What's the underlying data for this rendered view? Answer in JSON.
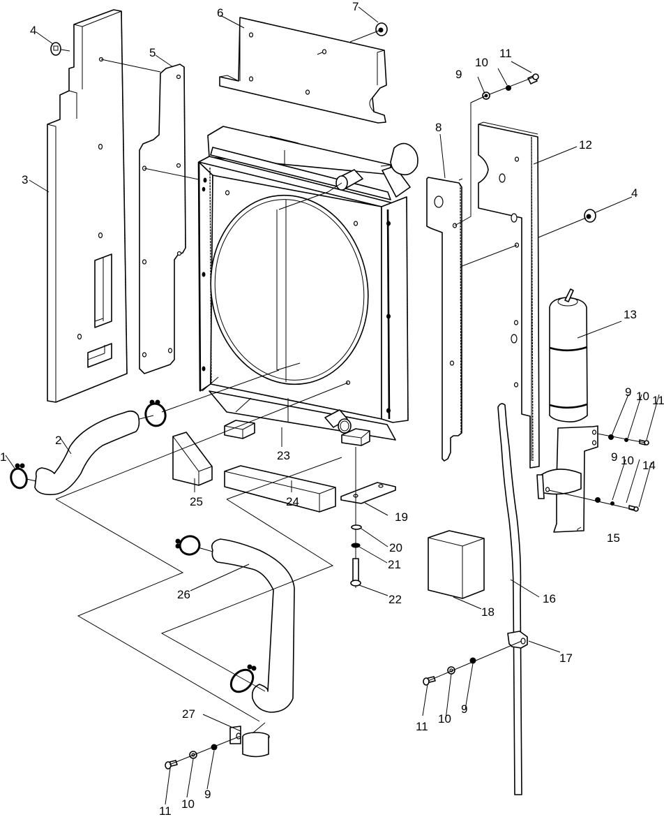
{
  "diagram": {
    "type": "exploded-parts-view",
    "subject": "radiator assembly",
    "colors": {
      "line": "#000000",
      "background": "#ffffff"
    },
    "callouts": [
      {
        "id": "c1",
        "label": "1",
        "part": "hose-clamp"
      },
      {
        "id": "c2",
        "label": "2",
        "part": "upper-hose"
      },
      {
        "id": "c3",
        "label": "3",
        "part": "left-side-panel"
      },
      {
        "id": "c4a",
        "label": "4",
        "part": "grommet"
      },
      {
        "id": "c4b",
        "label": "4",
        "part": "grommet"
      },
      {
        "id": "c5",
        "label": "5",
        "part": "left-seal-strip"
      },
      {
        "id": "c6",
        "label": "6",
        "part": "top-panel"
      },
      {
        "id": "c7",
        "label": "7",
        "part": "grommet-top"
      },
      {
        "id": "c8",
        "label": "8",
        "part": "right-seal-strip"
      },
      {
        "id": "c9a",
        "label": "9",
        "part": "nut"
      },
      {
        "id": "c10a",
        "label": "10",
        "part": "washer"
      },
      {
        "id": "c11a",
        "label": "11",
        "part": "bolt"
      },
      {
        "id": "c12",
        "label": "12",
        "part": "right-side-panel"
      },
      {
        "id": "c13",
        "label": "13",
        "part": "expansion-tank"
      },
      {
        "id": "c9b",
        "label": "9",
        "part": "nut"
      },
      {
        "id": "c10b",
        "label": "10",
        "part": "washer"
      },
      {
        "id": "c11b",
        "label": "11",
        "part": "bolt"
      },
      {
        "id": "c9c",
        "label": "9",
        "part": "nut"
      },
      {
        "id": "c10c",
        "label": "10",
        "part": "washer"
      },
      {
        "id": "c14",
        "label": "14",
        "part": "bolt"
      },
      {
        "id": "c15",
        "label": "15",
        "part": "tank-bracket"
      },
      {
        "id": "c16",
        "label": "16",
        "part": "overflow-tube"
      },
      {
        "id": "c17",
        "label": "17",
        "part": "tube-clip"
      },
      {
        "id": "c11c",
        "label": "11",
        "part": "bolt"
      },
      {
        "id": "c10d",
        "label": "10",
        "part": "washer"
      },
      {
        "id": "c9d",
        "label": "9",
        "part": "nut"
      },
      {
        "id": "c18",
        "label": "18",
        "part": "foam-block"
      },
      {
        "id": "c19",
        "label": "19",
        "part": "mounting-plate"
      },
      {
        "id": "c20",
        "label": "20",
        "part": "rubber-washer"
      },
      {
        "id": "c21",
        "label": "21",
        "part": "washer"
      },
      {
        "id": "c22",
        "label": "22",
        "part": "mount-bolt"
      },
      {
        "id": "c23",
        "label": "23",
        "part": "radiator-core"
      },
      {
        "id": "c24",
        "label": "24",
        "part": "bottom-foam-block"
      },
      {
        "id": "c25",
        "label": "25",
        "part": "wedge-block"
      },
      {
        "id": "c26",
        "label": "26",
        "part": "lower-hose"
      },
      {
        "id": "c27",
        "label": "27",
        "part": "hose-clip"
      },
      {
        "id": "c11d",
        "label": "11",
        "part": "bolt"
      },
      {
        "id": "c10e",
        "label": "10",
        "part": "washer"
      },
      {
        "id": "c9e",
        "label": "9",
        "part": "nut"
      }
    ]
  }
}
